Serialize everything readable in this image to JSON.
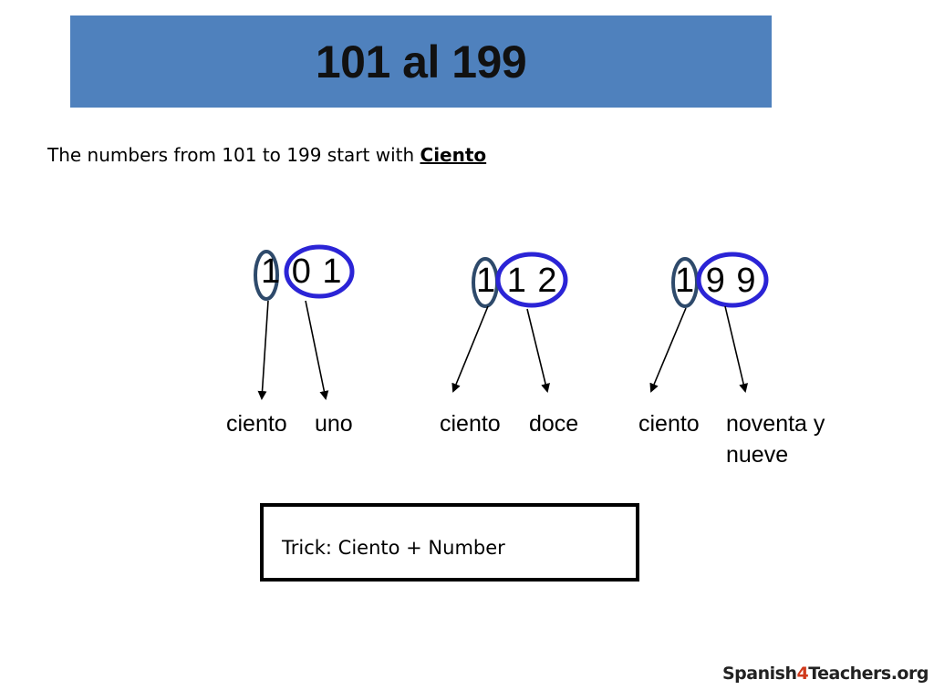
{
  "title": "101 al 199",
  "subtitle": {
    "text": "The numbers from 101 to 199 start with ",
    "emphasis": "Ciento"
  },
  "examples": [
    {
      "digits": "1 0 1",
      "label_hundreds": "ciento",
      "label_rest": "uno"
    },
    {
      "digits": "1 1 2",
      "label_hundreds": "ciento",
      "label_rest": "doce"
    },
    {
      "digits": "1 9 9",
      "label_hundreds": "ciento",
      "label_rest": "noventa y\nnueve"
    }
  ],
  "trick": "Trick: Ciento + Number",
  "logo": {
    "part1": "Spanish",
    "part2": "4",
    "part3": "Teachers.org"
  },
  "colors": {
    "banner": "#4f81bd",
    "hundreds_circle": "#2e4a6b",
    "rest_circle": "#2b24d6",
    "logo_accent": "#d03a1c"
  }
}
